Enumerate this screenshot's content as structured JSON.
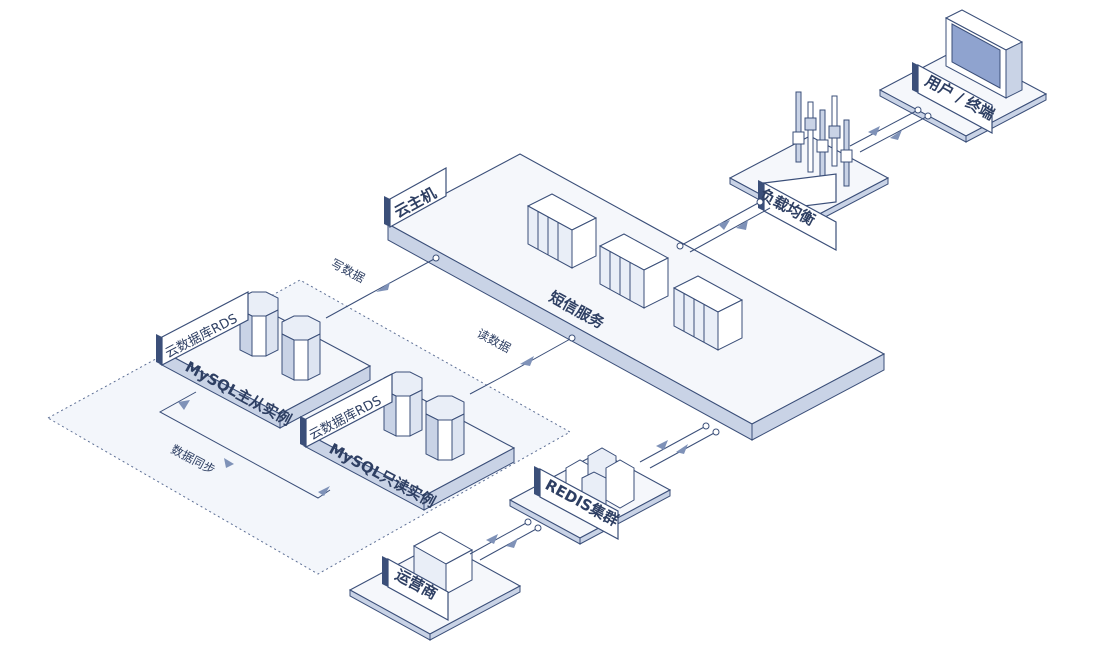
{
  "nodes": {
    "user_terminal": "用户 / 终端",
    "load_balancer": "负载均衡",
    "cloud_host": "云主机",
    "sms_service": "短信服务",
    "rds_master": {
      "tag": "云数据库RDS",
      "band": "MySQL主从实例"
    },
    "rds_readonly": {
      "tag": "云数据库RDS",
      "band": "MySQL只读实例"
    },
    "redis": "REDIS集群",
    "operator": "运营商"
  },
  "edges": {
    "write": "写数据",
    "read": "读数据",
    "sync": "数据同步"
  },
  "colors": {
    "line": "#3b4f79",
    "band": "#c9d3e6",
    "platform": "#f5f7fb",
    "arrow": "#7f92b8"
  }
}
